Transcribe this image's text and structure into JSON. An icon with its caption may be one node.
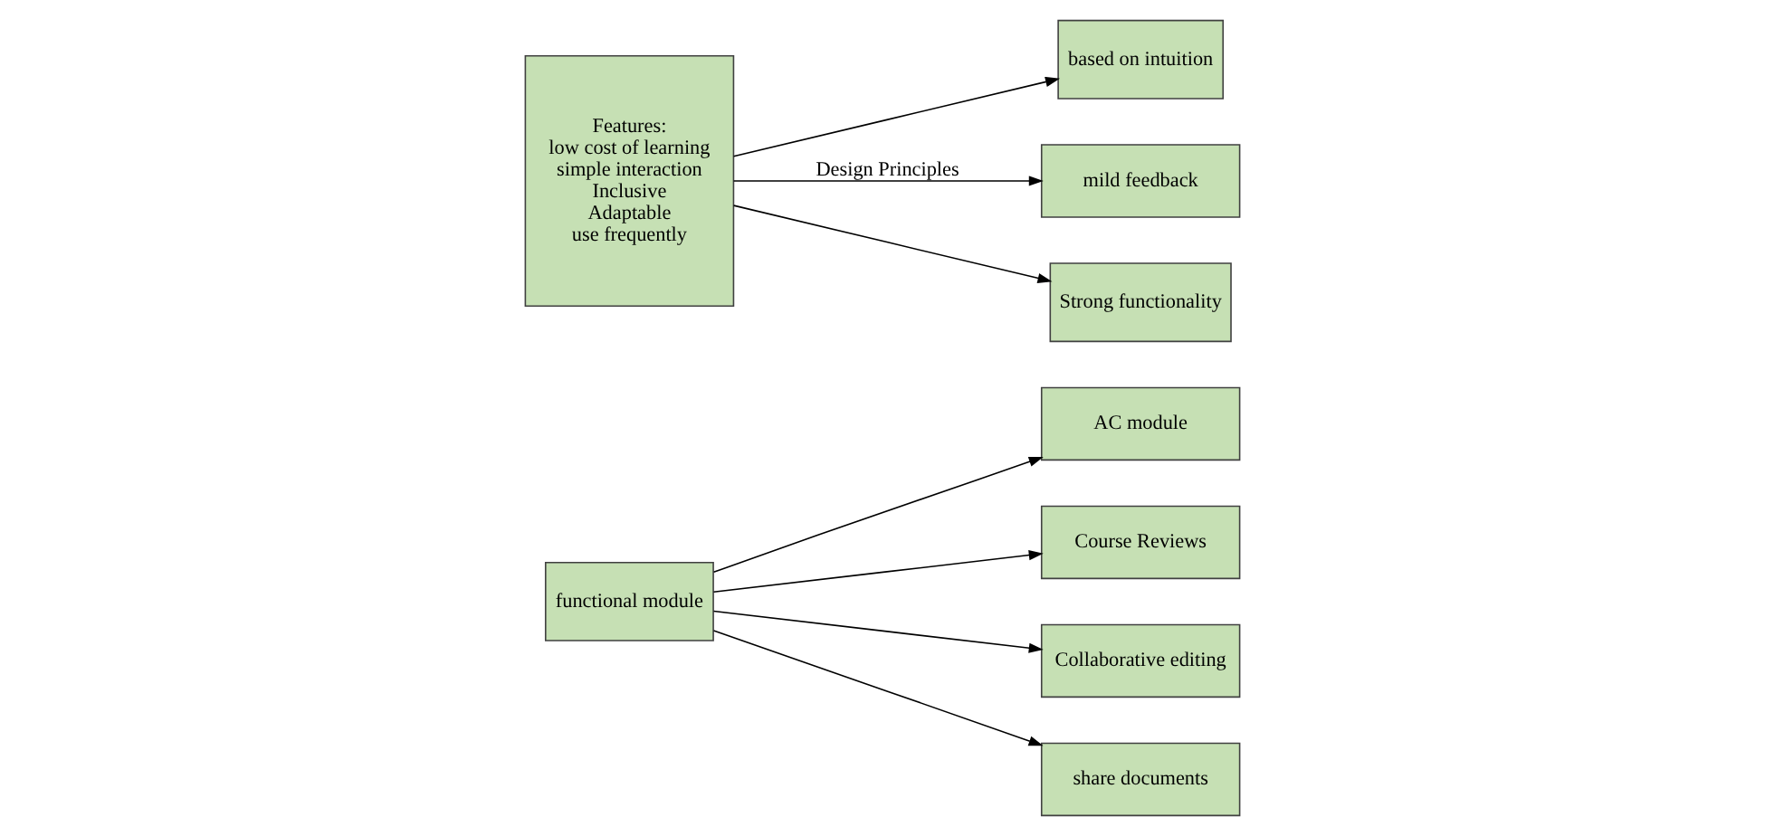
{
  "diagram": {
    "nodes": [
      {
        "text": [
          "functional module"
        ]
      },
      {
        "text": [
          "AC module"
        ]
      },
      {
        "text": [
          "Course Reviews"
        ]
      },
      {
        "text": [
          "Collaborative editing"
        ]
      },
      {
        "text": [
          "share documents"
        ]
      },
      {
        "text": [
          "Features:",
          "low cost of learning",
          "simple interaction",
          "Inclusive",
          "Adaptable",
          "use frequently"
        ]
      },
      {
        "text": [
          "based on intuition"
        ]
      },
      {
        "text": [
          "mild feedback"
        ]
      },
      {
        "text": [
          "Strong functionality"
        ]
      }
    ],
    "edges": [
      {
        "from": 0,
        "to": 1,
        "arrow": "to"
      },
      {
        "from": 0,
        "to": 2,
        "arrow": "to"
      },
      {
        "from": 0,
        "to": 3,
        "arrow": "to"
      },
      {
        "from": 0,
        "to": 4,
        "arrow": "to"
      },
      {
        "from": 5,
        "to": 6,
        "arrow": "to"
      },
      {
        "from": 5,
        "to": 7,
        "arrow": "to",
        "label": "Design Principles"
      },
      {
        "from": 5,
        "to": 8,
        "arrow": "to"
      }
    ]
  }
}
